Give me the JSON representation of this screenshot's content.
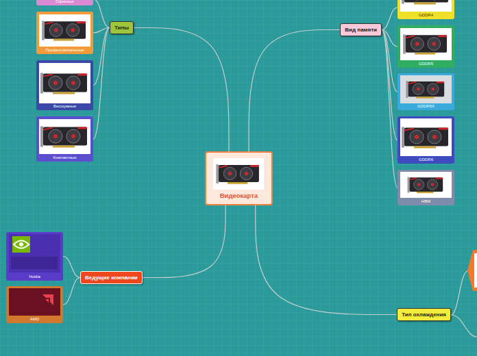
{
  "diagram": {
    "nodes": [
      {
        "text": [
          "Видеокарта"
        ]
      },
      {
        "text": [
          "Типы"
        ]
      },
      {
        "text": [
          "Офисные"
        ]
      },
      {
        "text": [
          "Профессиональные"
        ]
      },
      {
        "text": [
          "Бесшумные"
        ]
      },
      {
        "text": [
          "Компактные"
        ]
      },
      {
        "text": [
          "Вид памяти"
        ]
      },
      {
        "text": [
          "GDDR4"
        ]
      },
      {
        "text": [
          "GDDR5"
        ]
      },
      {
        "text": [
          "GDDR5X"
        ]
      },
      {
        "text": [
          "GDDR6"
        ]
      },
      {
        "text": [
          "HBM"
        ]
      },
      {
        "text": [
          "Ведущие компании"
        ]
      },
      {
        "text": [
          "Nvidia"
        ]
      },
      {
        "text": [
          "AMD"
        ]
      },
      {
        "text": [
          "Тип охлаждения"
        ]
      }
    ],
    "edges": [
      {
        "from": 0,
        "to": 1,
        "arrow": "none"
      },
      {
        "from": 0,
        "to": 6,
        "arrow": "none"
      },
      {
        "from": 0,
        "to": 12,
        "arrow": "none"
      },
      {
        "from": 0,
        "to": 15,
        "arrow": "none"
      },
      {
        "from": 1,
        "to": 2,
        "arrow": "none"
      },
      {
        "from": 1,
        "to": 3,
        "arrow": "none"
      },
      {
        "from": 1,
        "to": 4,
        "arrow": "none"
      },
      {
        "from": 1,
        "to": 5,
        "arrow": "none"
      },
      {
        "from": 6,
        "to": 7,
        "arrow": "none"
      },
      {
        "from": 6,
        "to": 8,
        "arrow": "none"
      },
      {
        "from": 6,
        "to": 9,
        "arrow": "none"
      },
      {
        "from": 6,
        "to": 10,
        "arrow": "none"
      },
      {
        "from": 6,
        "to": 11,
        "arrow": "none"
      },
      {
        "from": 12,
        "to": 13,
        "arrow": "none"
      },
      {
        "from": 12,
        "to": 14,
        "arrow": "none"
      }
    ]
  }
}
